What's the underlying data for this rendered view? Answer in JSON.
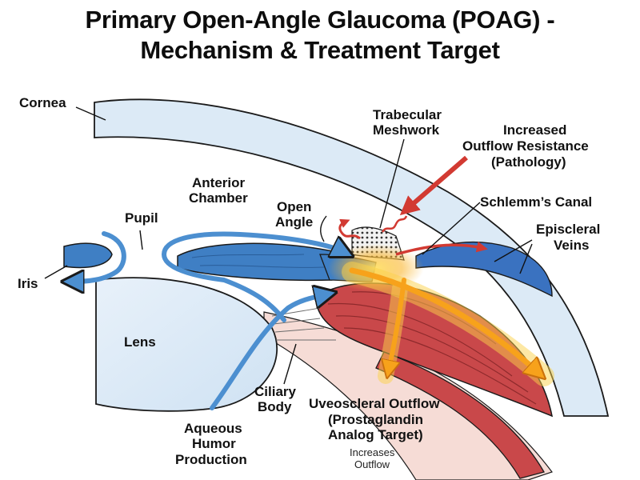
{
  "title": {
    "line1": "Primary Open-Angle Glaucoma (POAG) -",
    "line2": "Mechanism & Treatment Target"
  },
  "labels": {
    "cornea": "Cornea",
    "trabecular_line1": "Trabecular",
    "trabecular_line2": "Meshwork",
    "resistance_line1": "Increased",
    "resistance_line2": "Outflow Resistance",
    "resistance_line3": "(Pathology)",
    "anterior_line1": "Anterior",
    "anterior_line2": "Chamber",
    "open_line1": "Open",
    "open_line2": "Angle",
    "schlemm": "Schlemm’s Canal",
    "pupil": "Pupil",
    "episcleral_line1": "Episcleral",
    "episcleral_line2": "Veins",
    "iris": "Iris",
    "lens": "Lens",
    "ciliary_line1": "Ciliary",
    "ciliary_line2": "Body",
    "uveo_line1": "Uveoscleral Outflow",
    "uveo_line2": "(Prostaglandin",
    "uveo_line3": "Analog Target)",
    "increases_line1": "Increases",
    "increases_line2": "Outflow",
    "aqueous_line1": "Aqueous",
    "aqueous_line2": "Humor",
    "aqueous_line3": "Production"
  },
  "colors": {
    "cornea_fill": "#dceaf6",
    "outline": "#1a1a1a",
    "iris_blue": "#3f7fc4",
    "flow_blue": "#4c8fd0",
    "ciliary_red": "#c9484a",
    "ciliary_dark": "#8e2a2c",
    "vein_blue": "#3a72c0",
    "pathology_red": "#d23a32",
    "glow_orange": "#f7a21b",
    "glow_yellow": "#ffd24a",
    "sclera_pink": "#f6dcd6"
  },
  "icons": [
    "flow-arrow",
    "resistance-arrow",
    "wavy-arrow"
  ]
}
